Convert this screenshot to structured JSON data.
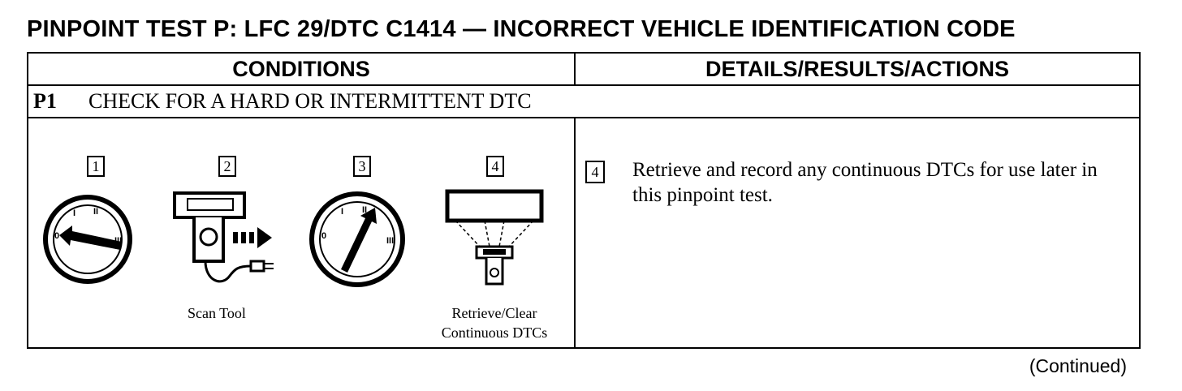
{
  "title": "PINPOINT TEST P:  LFC 29/DTC C1414 — INCORRECT VEHICLE IDENTIFICATION CODE",
  "table": {
    "headers": {
      "conditions": "CONDITIONS",
      "details": "DETAILS/RESULTS/ACTIONS"
    },
    "step": {
      "id": "P1",
      "title": "CHECK FOR A HARD OR INTERMITTENT DTC"
    },
    "illustrations": [
      {
        "number": "1",
        "icon": "ignition-off-icon",
        "caption": ""
      },
      {
        "number": "2",
        "icon": "scan-tool-icon",
        "caption": "Scan Tool"
      },
      {
        "number": "3",
        "icon": "ignition-run-icon",
        "caption": ""
      },
      {
        "number": "4",
        "icon": "retrieve-dtc-icon",
        "caption_line1": "Retrieve/Clear",
        "caption_line2": "Continuous DTCs"
      }
    ],
    "ignition_positions": [
      "0",
      "I",
      "II",
      "III"
    ],
    "action": {
      "number": "4",
      "text": "Retrieve and record any continuous DTCs for use later in this pinpoint test."
    }
  },
  "footer": {
    "continued": "(Continued)"
  }
}
